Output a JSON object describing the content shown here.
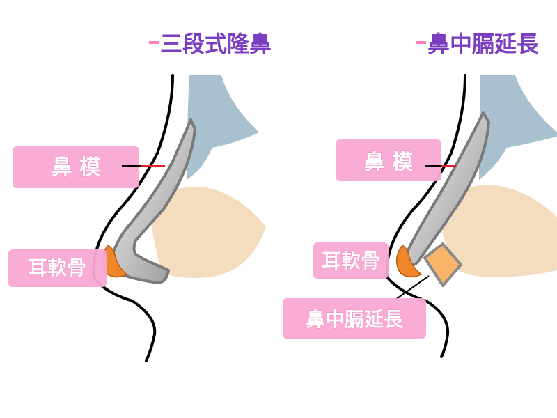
{
  "left_panel": {
    "title": "三段式隆鼻",
    "labels": {
      "implant": "鼻 模",
      "ear_cartilage": "耳軟骨"
    }
  },
  "right_panel": {
    "title": "鼻中膈延長",
    "labels": {
      "implant": "鼻 模",
      "ear_cartilage": "耳軟骨",
      "septal_extension": "鼻中膈延長"
    }
  },
  "colors": {
    "title": "#7b3ec1",
    "title_dash": "#ff80c0",
    "label_box": "#f9a8d4",
    "bone": "#a9c1cf",
    "soft_tissue": "#f4dcbf",
    "implant": "#c8c8c8",
    "ear_cartilage": "#f0862a",
    "septal_graft": "#f8b468",
    "pointer_line": "#e0202a"
  }
}
